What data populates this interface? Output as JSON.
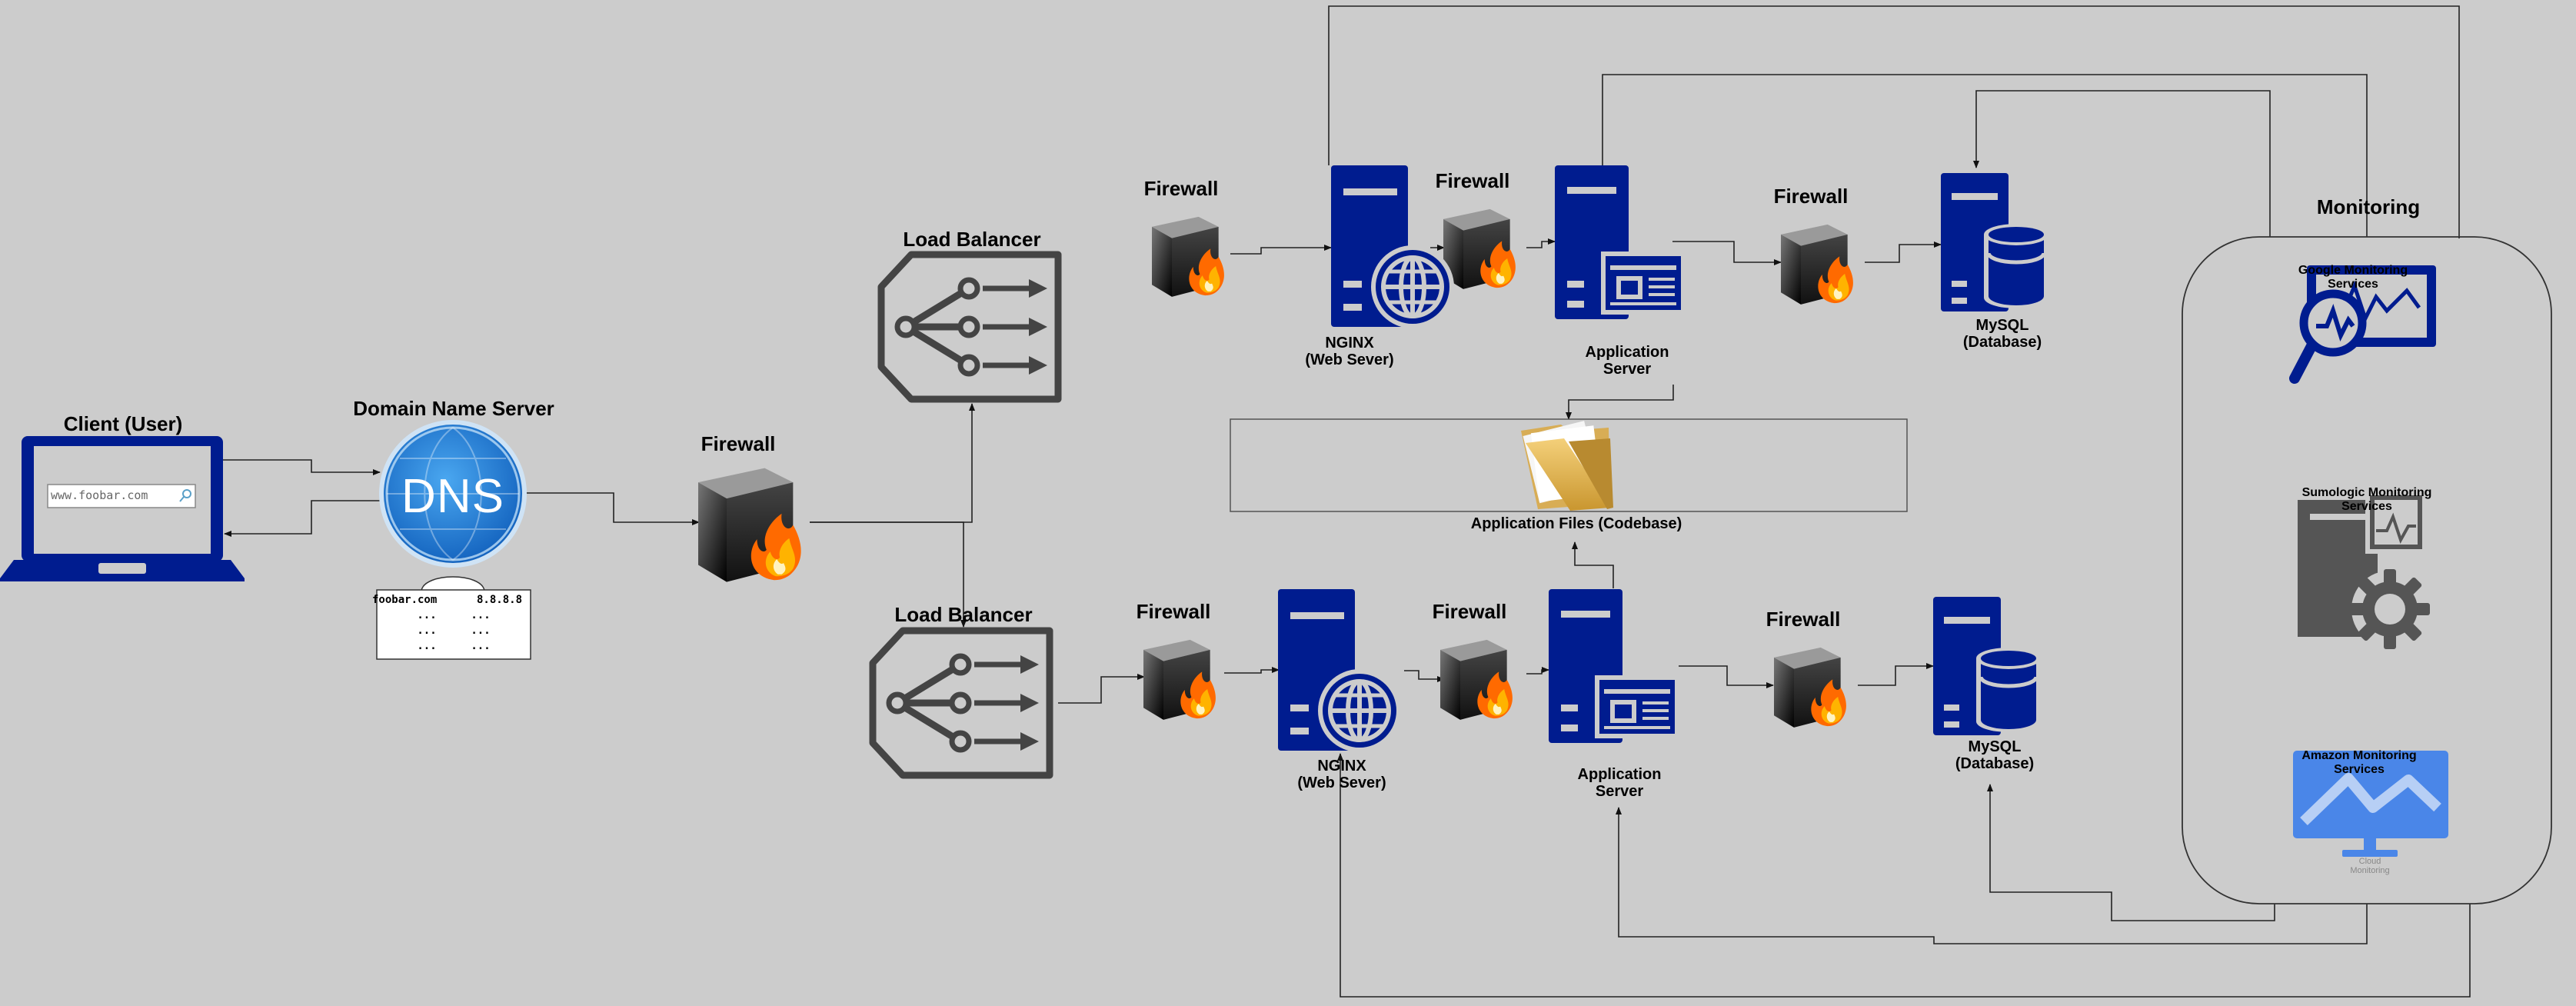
{
  "client": {
    "title": "Client (User)",
    "url": "www.foobar.com"
  },
  "dns": {
    "title": "Domain Name Server",
    "icon_text": "DNS",
    "table": {
      "row1_name": "foobar.com",
      "row1_ip": "8.8.8.8",
      "dots": "..."
    }
  },
  "firewall_label": "Firewall",
  "load_balancer_label": "Load Balancer",
  "nginx_label_1": "NGINX",
  "nginx_label_2": "(Web Sever)",
  "app_label_1": "Application",
  "app_label_2": "Server",
  "mysql_label_1": "MySQL",
  "mysql_label_2": "(Database)",
  "codebase_label": "Application Files (Codebase)",
  "monitoring": {
    "title": "Monitoring",
    "google_1": "Google Monitoring",
    "google_2": "Services",
    "sumo_1": "Sumologic Monitoring",
    "sumo_2": "Services",
    "amazon_1": "Amazon Monitoring",
    "amazon_2": "Services",
    "cloud_1": "Cloud",
    "cloud_2": "Monitoring"
  },
  "colors": {
    "background": "#cccccc",
    "server_blue": "#001c8f",
    "dns_blue": "#1f7fdc",
    "gear_gray": "#555555",
    "line": "#222222",
    "cloud_blue": "#4a86e8"
  }
}
